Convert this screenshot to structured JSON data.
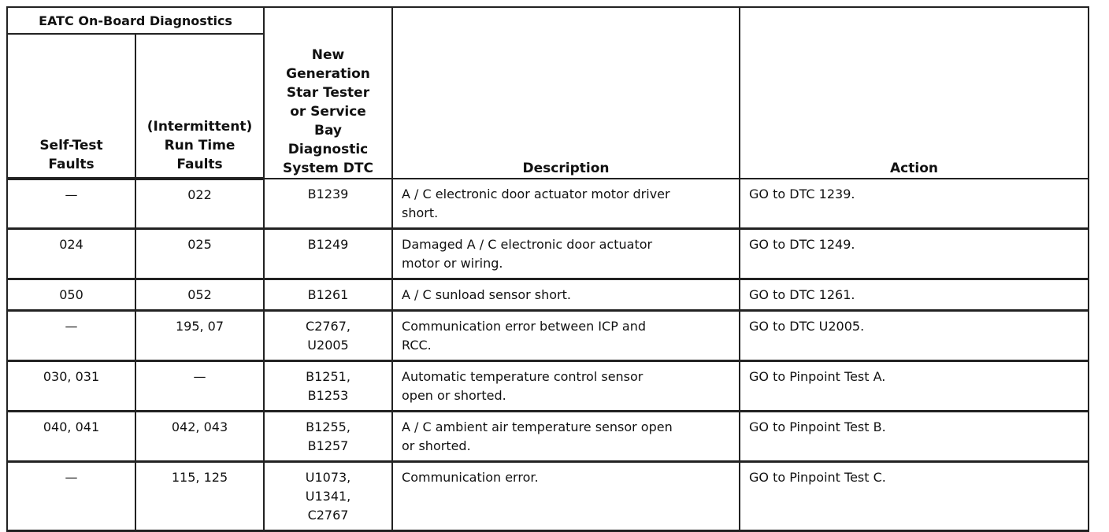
{
  "table": {
    "group_header": "EATC On-Board Diagnostics",
    "headers": {
      "self_test": [
        "Self-Test",
        "Faults"
      ],
      "run_time": [
        "(Intermittent)",
        "Run Time",
        "Faults"
      ],
      "dtc": [
        "New",
        "Generation",
        "Star Tester",
        "or Service",
        "Bay",
        "Diagnostic",
        "System DTC"
      ],
      "description": "Description",
      "action": "Action"
    },
    "rows": [
      {
        "self_test": [
          "—"
        ],
        "run_time": [
          "022"
        ],
        "dtc": [
          "B1239"
        ],
        "description": [
          "A / C electronic door actuator motor driver",
          "short."
        ],
        "action": "GO to DTC 1239."
      },
      {
        "self_test": [
          "024"
        ],
        "run_time": [
          "025"
        ],
        "dtc": [
          "B1249"
        ],
        "description": [
          "Damaged A / C electronic door actuator",
          "motor or wiring."
        ],
        "action": "GO to DTC 1249."
      },
      {
        "self_test": [
          "050"
        ],
        "run_time": [
          "052"
        ],
        "dtc": [
          "B1261"
        ],
        "description": [
          "A / C sunload sensor short."
        ],
        "action": "GO to DTC 1261."
      },
      {
        "self_test": [
          "—"
        ],
        "run_time": [
          "195, 07"
        ],
        "dtc": [
          "C2767,",
          "U2005"
        ],
        "description": [
          "Communication error between ICP and",
          "RCC."
        ],
        "action": "GO to DTC  U2005."
      },
      {
        "self_test": [
          "030, 031"
        ],
        "run_time": [
          "—"
        ],
        "dtc": [
          "B1251,",
          "B1253"
        ],
        "description": [
          "Automatic temperature control sensor",
          "open or shorted."
        ],
        "action": "GO to Pinpoint Test A."
      },
      {
        "self_test": [
          "040, 041"
        ],
        "run_time": [
          "042, 043"
        ],
        "dtc": [
          "B1255,",
          "B1257"
        ],
        "description": [
          "A / C ambient air temperature sensor open",
          "or shorted."
        ],
        "action": "GO to Pinpoint Test B."
      },
      {
        "self_test": [
          "—"
        ],
        "run_time": [
          "115, 125"
        ],
        "dtc": [
          "U1073,",
          "U1341,",
          "C2767"
        ],
        "description": [
          "Communication error."
        ],
        "action": "GO to Pinpoint Test C."
      }
    ]
  }
}
